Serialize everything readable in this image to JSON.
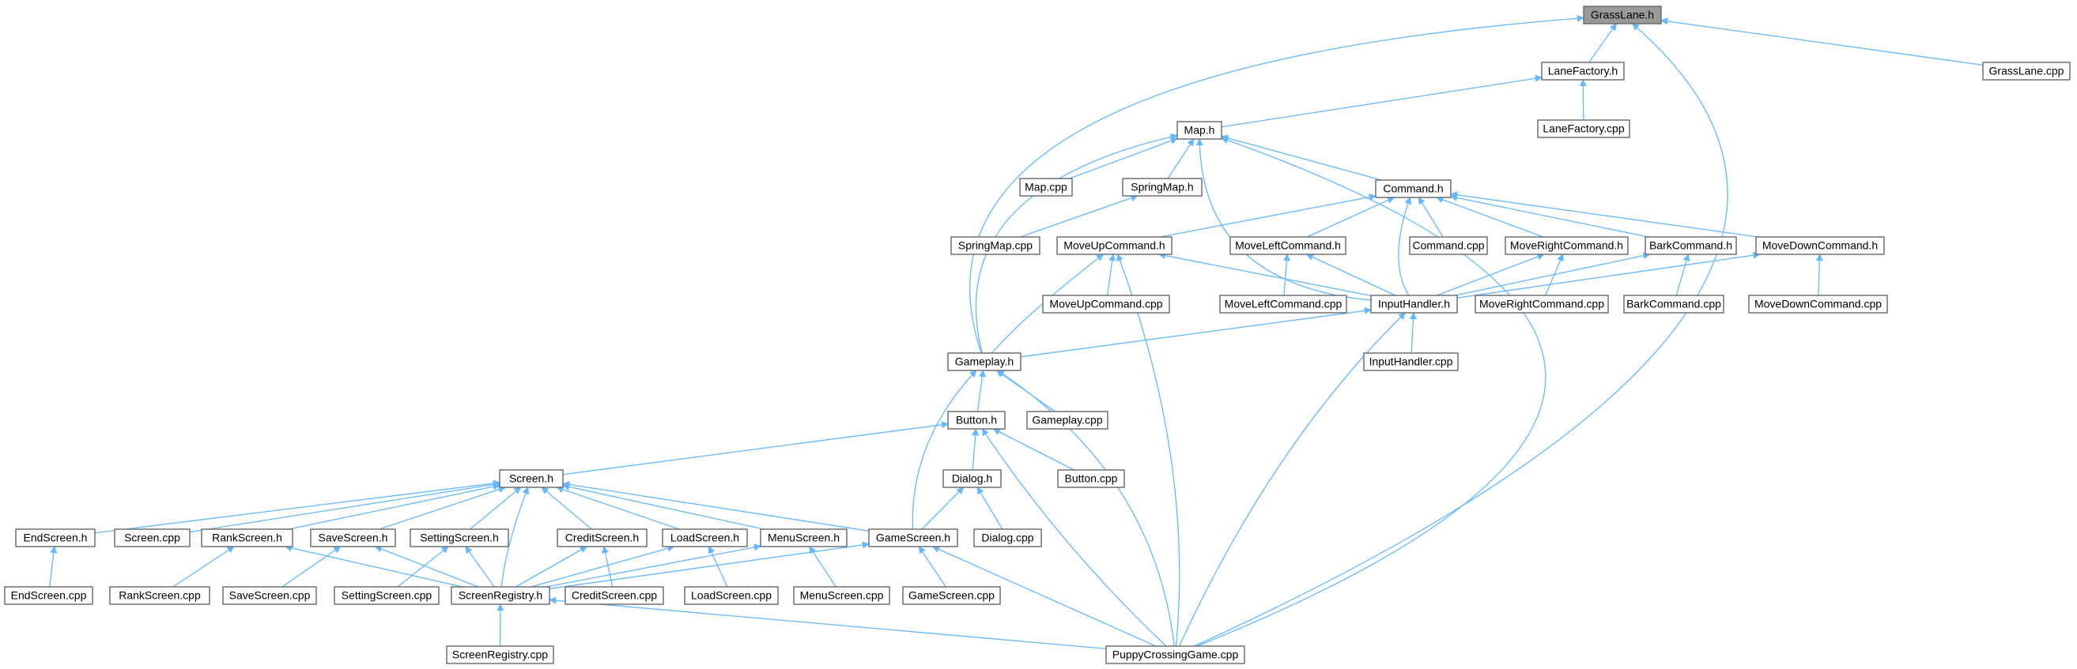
{
  "nodes": {
    "grasslane_h": {
      "label": "GrassLane.h"
    },
    "lanefactory_h": {
      "label": "LaneFactory.h"
    },
    "grasslane_cpp": {
      "label": "GrassLane.cpp"
    },
    "lanefactory_cpp": {
      "label": "LaneFactory.cpp"
    },
    "map_h": {
      "label": "Map.h"
    },
    "map_cpp": {
      "label": "Map.cpp"
    },
    "springmap_h": {
      "label": "SpringMap.h"
    },
    "springmap_cpp": {
      "label": "SpringMap.cpp"
    },
    "command_h": {
      "label": "Command.h"
    },
    "moveupcommand_h": {
      "label": "MoveUpCommand.h"
    },
    "moveleftcommand_h": {
      "label": "MoveLeftCommand.h"
    },
    "command_cpp": {
      "label": "Command.cpp"
    },
    "moverightcommand_h": {
      "label": "MoveRightCommand.h"
    },
    "barkcommand_h": {
      "label": "BarkCommand.h"
    },
    "movedowncommand_h": {
      "label": "MoveDownCommand.h"
    },
    "moveupcommand_cpp": {
      "label": "MoveUpCommand.cpp"
    },
    "moveleftcommand_cpp": {
      "label": "MoveLeftCommand.cpp"
    },
    "inputhandler_h": {
      "label": "InputHandler.h"
    },
    "moverightcommand_cpp": {
      "label": "MoveRightCommand.cpp"
    },
    "barkcommand_cpp": {
      "label": "BarkCommand.cpp"
    },
    "movedowncommand_cpp": {
      "label": "MoveDownCommand.cpp"
    },
    "inputhandler_cpp": {
      "label": "InputHandler.cpp"
    },
    "gameplay_h": {
      "label": "Gameplay.h"
    },
    "button_h": {
      "label": "Button.h"
    },
    "gameplay_cpp": {
      "label": "Gameplay.cpp"
    },
    "screen_h": {
      "label": "Screen.h"
    },
    "dialog_h": {
      "label": "Dialog.h"
    },
    "button_cpp": {
      "label": "Button.cpp"
    },
    "dialog_cpp": {
      "label": "Dialog.cpp"
    },
    "endscreen_h": {
      "label": "EndScreen.h"
    },
    "screen_cpp": {
      "label": "Screen.cpp"
    },
    "rankscreen_h": {
      "label": "RankScreen.h"
    },
    "savescreen_h": {
      "label": "SaveScreen.h"
    },
    "settingscreen_h": {
      "label": "SettingScreen.h"
    },
    "creditscreen_h": {
      "label": "CreditScreen.h"
    },
    "loadscreen_h": {
      "label": "LoadScreen.h"
    },
    "menuscreen_h": {
      "label": "MenuScreen.h"
    },
    "gamescreen_h": {
      "label": "GameScreen.h"
    },
    "endscreen_cpp": {
      "label": "EndScreen.cpp"
    },
    "rankscreen_cpp": {
      "label": "RankScreen.cpp"
    },
    "savescreen_cpp": {
      "label": "SaveScreen.cpp"
    },
    "settingscreen_cpp": {
      "label": "SettingScreen.cpp"
    },
    "screenregistry_h": {
      "label": "ScreenRegistry.h"
    },
    "creditscreen_cpp": {
      "label": "CreditScreen.cpp"
    },
    "loadscreen_cpp": {
      "label": "LoadScreen.cpp"
    },
    "menuscreen_cpp": {
      "label": "MenuScreen.cpp"
    },
    "gamescreen_cpp": {
      "label": "GameScreen.cpp"
    },
    "screenregistry_cpp": {
      "label": "ScreenRegistry.cpp"
    },
    "puppycrossinggame_cpp": {
      "label": "PuppyCrossingGame.cpp"
    }
  },
  "colors": {
    "edge": "#63b8ff",
    "node_border": "#666666",
    "root_fill": "#999999"
  }
}
